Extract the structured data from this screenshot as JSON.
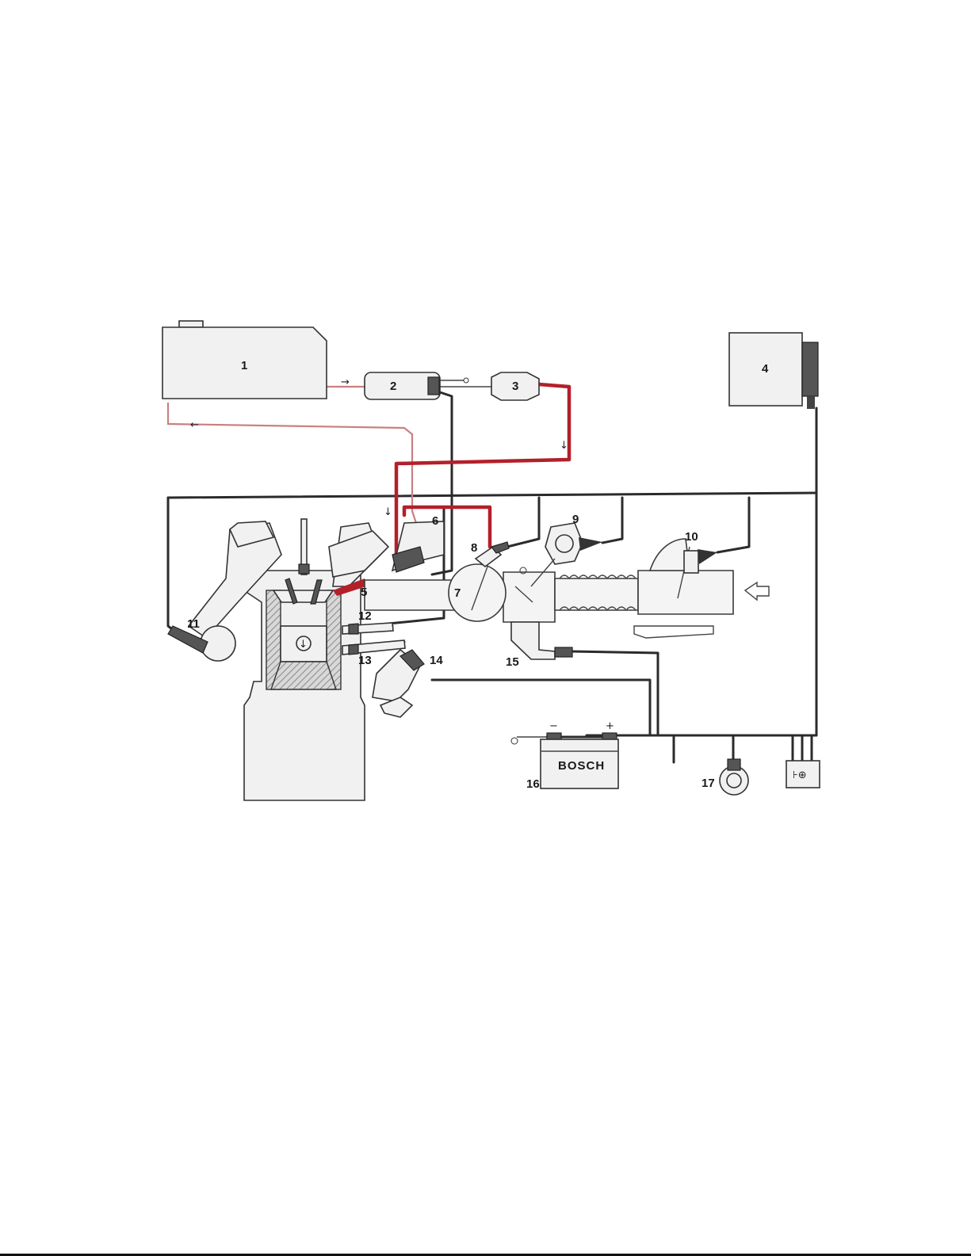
{
  "diagram": {
    "labels": [
      "1",
      "2",
      "3",
      "4",
      "5",
      "6",
      "7",
      "8",
      "9",
      "10",
      "11",
      "12",
      "13",
      "14",
      "15",
      "16",
      "17"
    ],
    "battery_brand": "BOSCH",
    "battery_minus": "−",
    "battery_plus": "+",
    "relay_symbol": "⊦⊕",
    "colors": {
      "fuel_pressure_line": "#b3202a",
      "fuel_return_line": "#c9807f",
      "wiring": "#2b2b2b"
    }
  }
}
